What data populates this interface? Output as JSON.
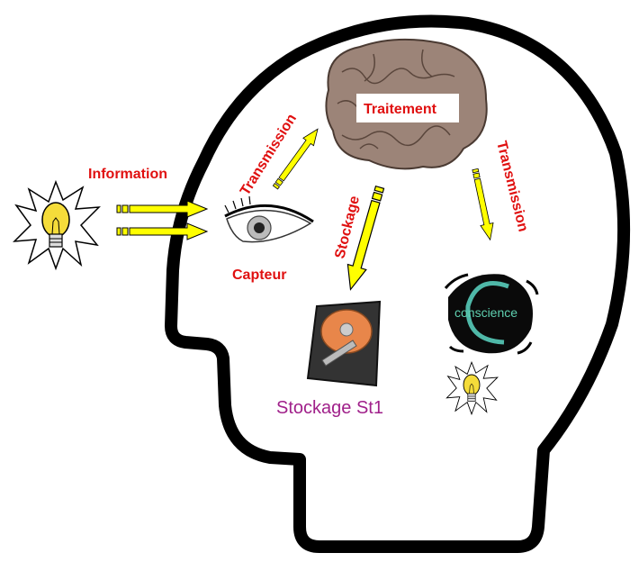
{
  "labels": {
    "information": "Information",
    "capteur": "Capteur",
    "transmission_1": "Transmission",
    "traitement": "Traitement",
    "stockage_arrow": "Stockage",
    "transmission_2": "Transmission",
    "conscience": "conscience",
    "stockage_st1": "Stockage St1"
  },
  "colors": {
    "outline": "#000000",
    "arrow_fill": "#ffff00",
    "label_red": "#e01010",
    "label_purple": "#a0208a",
    "bulb_yellow": "#f5dc3a"
  }
}
